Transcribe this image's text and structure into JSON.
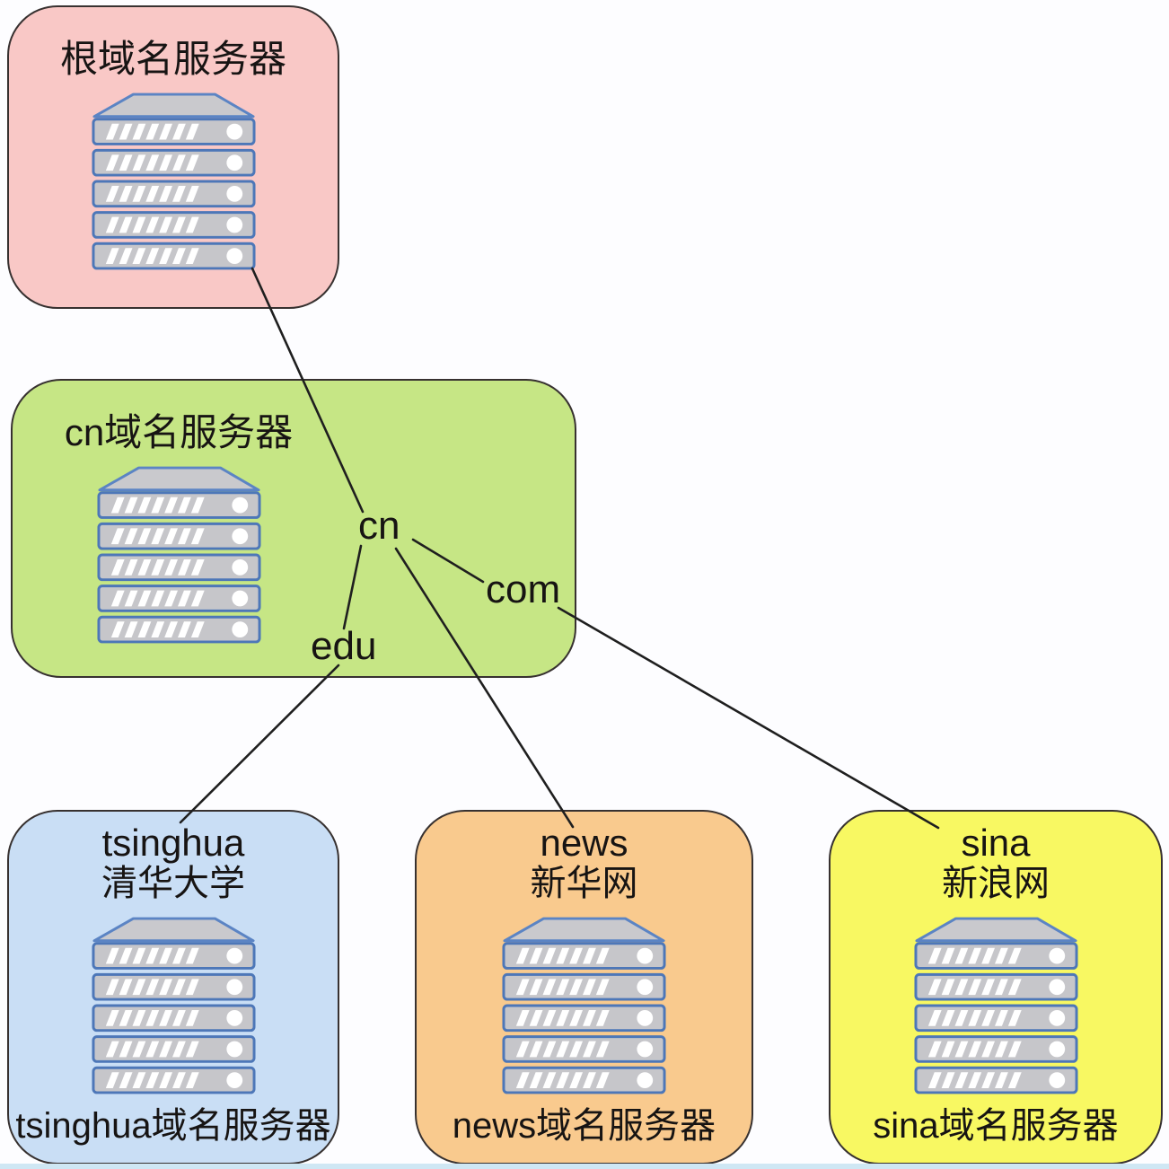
{
  "page": {
    "background": "#fdfdff",
    "footer_strip_color": "#cfe7f4",
    "edge_color": "#1f1f1f"
  },
  "nodes": {
    "root": {
      "title": "根域名服务器",
      "fill": "#f9c8c6"
    },
    "cn": {
      "title": "cn域名服务器",
      "fill": "#c6e685"
    },
    "tsinghua": {
      "name": "tsinghua",
      "cn_name": "清华大学",
      "caption": "tsinghua域名服务器",
      "fill": "#c9def5"
    },
    "news": {
      "name": "news",
      "cn_name": "新华网",
      "caption": "news域名服务器",
      "fill": "#f9ca8e"
    },
    "sina": {
      "name": "sina",
      "cn_name": "新浪网",
      "caption": "sina域名服务器",
      "fill": "#f8f862"
    }
  },
  "edge_labels": {
    "cn": "cn",
    "com": "com",
    "edu": "edu"
  },
  "edges": [
    {
      "from": "root-server",
      "to": "cn-label"
    },
    {
      "from": "cn-label",
      "to": "edu-label"
    },
    {
      "from": "edu-label",
      "to": "tsinghua-box"
    },
    {
      "from": "cn-label",
      "to": "news-box"
    },
    {
      "from": "cn-label",
      "to": "com-label"
    },
    {
      "from": "com-label",
      "to": "sina-box"
    }
  ],
  "icons": {
    "server": "server-stack-icon"
  }
}
